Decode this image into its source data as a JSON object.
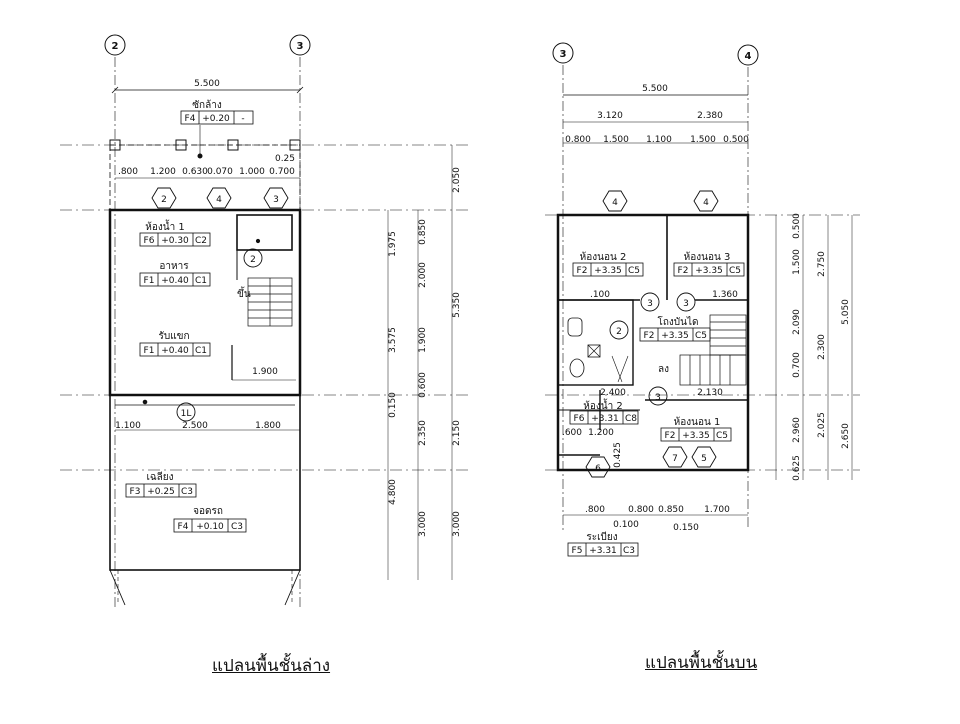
{
  "captions": {
    "ground": "แปลนพื้นชั้นล่าง",
    "upper": "แปลนพื้นชั้นบน"
  },
  "ground": {
    "grid": [
      "2",
      "3"
    ],
    "overall_width": "5.500",
    "top_dims": [
      ".800",
      "1.200",
      "0.630",
      "0.070",
      "1.000",
      "0.700"
    ],
    "top_small": "0.25",
    "right_inner": [
      "0.850",
      "1.975",
      "2.000",
      "3.575",
      "1.900",
      "0.600",
      "0.150",
      "2.350",
      "4.800",
      "3.000"
    ],
    "right_outer": [
      "2.050",
      "5.350",
      "2.150",
      "3.000"
    ],
    "dims_misc": [
      "1.900",
      "1.100",
      "2.500",
      "1.800"
    ],
    "rooms": [
      {
        "name": "ซักล้าง",
        "floor": "F4",
        "level": "+0.20",
        "code": "-"
      },
      {
        "name": "ห้องน้ำ 1",
        "floor": "F6",
        "level": "+0.30",
        "code": "C2"
      },
      {
        "name": "อาหาร",
        "floor": "F1",
        "level": "+0.40",
        "code": "C1"
      },
      {
        "name": "รับแขก",
        "floor": "F1",
        "level": "+0.40",
        "code": "C1"
      },
      {
        "name": "เฉลียง",
        "floor": "F3",
        "level": "+0.25",
        "code": "C3"
      },
      {
        "name": "จอดรถ",
        "floor": "F4",
        "level": "+0.10",
        "code": "C3"
      }
    ],
    "stair_label": "ขึ้น",
    "markers": [
      "2",
      "4",
      "3",
      "2",
      "1L"
    ]
  },
  "upper": {
    "grid": [
      "3",
      "4"
    ],
    "overall_width": "5.500",
    "sub_widths": [
      "3.120",
      "2.380"
    ],
    "top_dims": [
      "0.800",
      "1.500",
      "1.100",
      "1.500",
      "0.500"
    ],
    "right_inner": [
      "0.500",
      "1.500",
      "2.090",
      "0.700",
      "2.960",
      "0.625"
    ],
    "right_mid": [
      "2.750",
      "2.300",
      "2.025"
    ],
    "right_outer": [
      "5.050",
      "2.650"
    ],
    "dims_misc": [
      ".100",
      "1.360",
      "2.400",
      "2.130",
      ".600",
      "1.200",
      "0.425",
      ".800",
      "0.100",
      "0.800",
      "0.850",
      "0.150",
      "1.700"
    ],
    "rooms": [
      {
        "name": "ห้องนอน 2",
        "floor": "F2",
        "level": "+3.35",
        "code": "C5"
      },
      {
        "name": "ห้องนอน 3",
        "floor": "F2",
        "level": "+3.35",
        "code": "C5"
      },
      {
        "name": "โถงบันได",
        "floor": "F2",
        "level": "+3.35",
        "code": "C5"
      },
      {
        "name": "ห้องน้ำ 2",
        "floor": "F6",
        "level": "+3.31",
        "code": "C8"
      },
      {
        "name": "ห้องนอน 1",
        "floor": "F2",
        "level": "+3.35",
        "code": "C5"
      },
      {
        "name": "ระเบียง",
        "floor": "F5",
        "level": "+3.31",
        "code": "C3"
      }
    ],
    "stair_label": "ลง",
    "markers": [
      "4",
      "4",
      "3",
      "3",
      "2",
      "3",
      "7",
      "5",
      "6"
    ]
  }
}
